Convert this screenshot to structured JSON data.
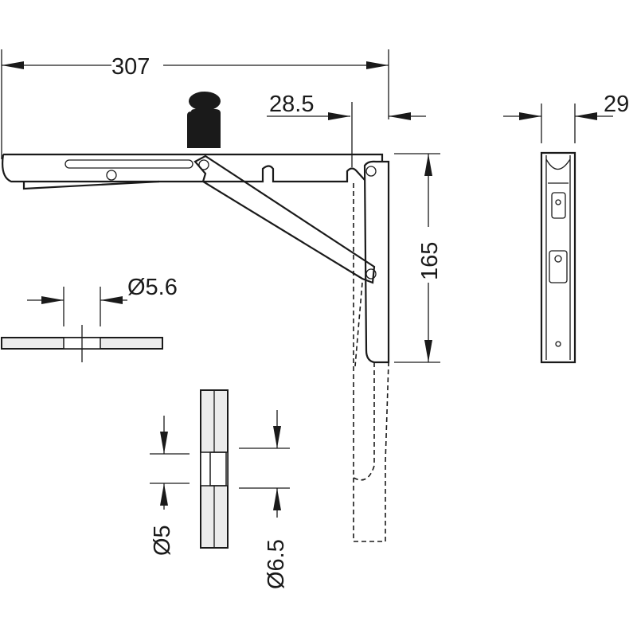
{
  "dimensions": {
    "overall_length": "307",
    "offset": "28.5",
    "width": "29",
    "height": "165",
    "hole_slot": "Ø5.6",
    "hole_small": "Ø5",
    "hole_large": "Ø6.5"
  }
}
